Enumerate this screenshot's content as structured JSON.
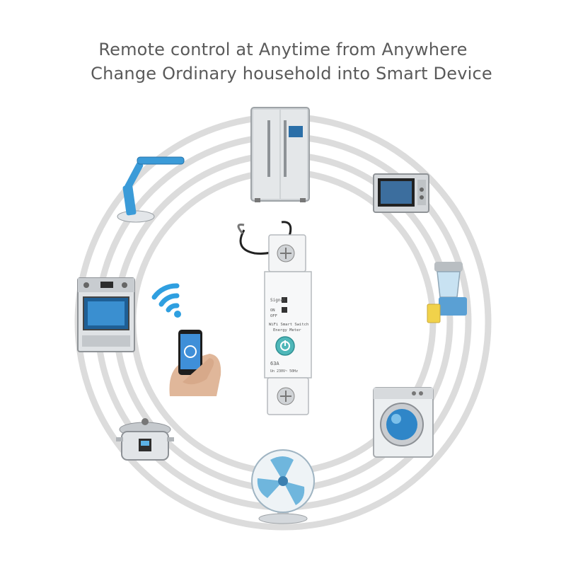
{
  "headline": {
    "line1": "Remote control at Anytime from Anywhere",
    "line2": "Change Ordinary household into Smart Device"
  },
  "device": {
    "signal_label": "Signal",
    "on_label": "ON",
    "off_label": "OFF",
    "desc_line1": "WiFi Smart Switch",
    "desc_line2": "Energy Meter",
    "rating": "63A",
    "spec": "Un 230V~ 50Hz"
  },
  "colors": {
    "accent_blue": "#3aa0dc",
    "teal_button": "#4fb7b9",
    "ring_gray": "#d9d9d9"
  },
  "icons": [
    "refrigerator-icon",
    "microwave-icon",
    "juicer-icon",
    "washing-machine-icon",
    "fan-icon",
    "rice-cooker-icon",
    "oven-icon",
    "desk-lamp-icon",
    "wifi-icon",
    "smartphone-hand-icon"
  ]
}
